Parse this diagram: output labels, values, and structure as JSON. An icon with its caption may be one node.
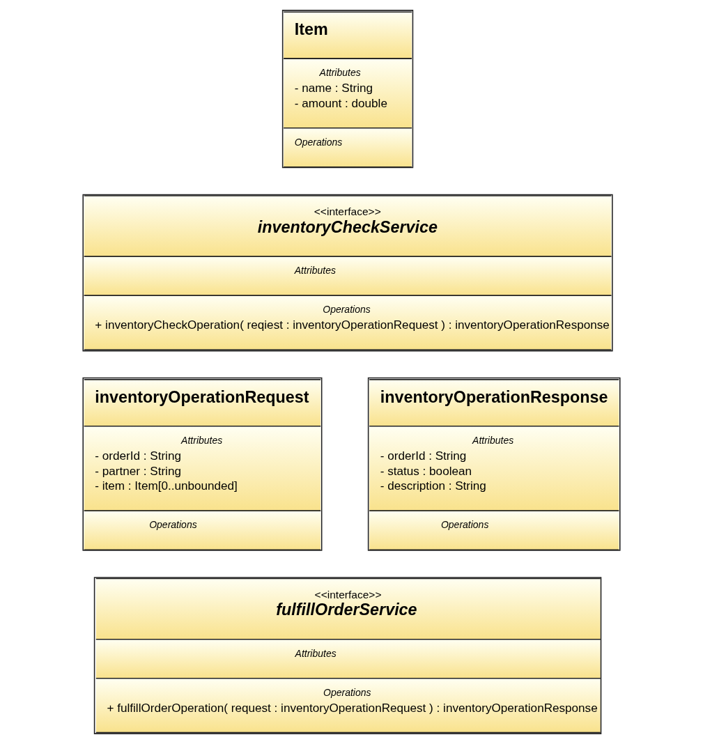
{
  "diagram": {
    "nodes": [
      {
        "text": [
          "Item",
          "Attributes",
          "- name : String",
          "- amount : double",
          "Operations"
        ]
      },
      {
        "text": [
          "<<interface>>",
          "inventoryCheckService",
          "Attributes",
          "Operations",
          "+ inventoryCheckOperation( reqiest : inventoryOperationRequest ) : inventoryOperationResponse"
        ]
      },
      {
        "text": [
          "inventoryOperationRequest",
          "Attributes",
          "- orderId : String",
          "- partner : String",
          "- item : Item[0..unbounded]",
          "Operations"
        ]
      },
      {
        "text": [
          "inventoryOperationResponse",
          "Attributes",
          "- orderId : String",
          "- status : boolean",
          "- description : String",
          "Operations"
        ]
      },
      {
        "text": [
          "<<interface>>",
          "fulfillOrderService",
          "Attributes",
          "Operations",
          "+ fulfillOrderOperation( request : inventoryOperationRequest ) : inventoryOperationResponse"
        ]
      }
    ]
  }
}
